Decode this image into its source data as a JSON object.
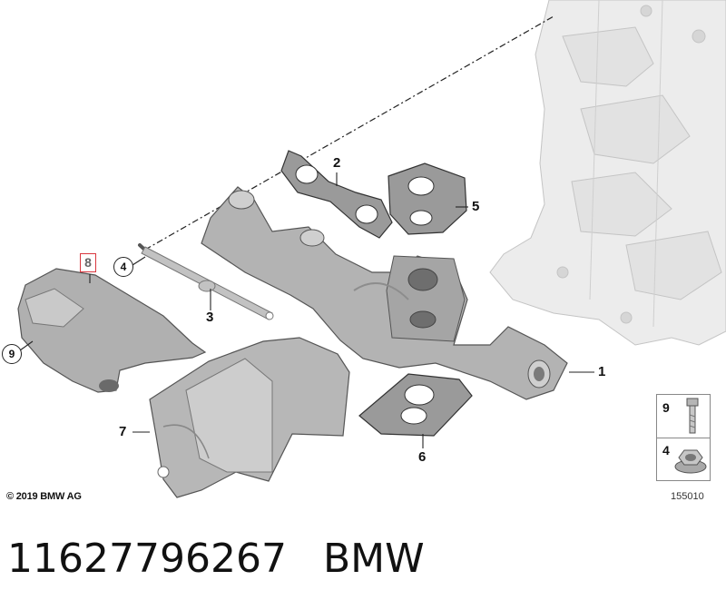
{
  "callouts": [
    {
      "number": "1"
    },
    {
      "number": "2"
    },
    {
      "number": "3"
    },
    {
      "number": "4"
    },
    {
      "number": "5"
    },
    {
      "number": "6"
    },
    {
      "number": "7"
    },
    {
      "number": "8"
    },
    {
      "number": "9"
    }
  ],
  "highlighted_callout": "8",
  "legend": [
    {
      "number": "9",
      "icon": "bolt-icon"
    },
    {
      "number": "4",
      "icon": "hex-nut-icon"
    }
  ],
  "copyright": "© 2019 BMW AG",
  "diagram_id": "155010",
  "caption": {
    "part_number": "11627796267",
    "brand": "BMW"
  },
  "colors": {
    "highlight": "#d9363e",
    "part_fill": "#b8b8b8",
    "engine_fill": "#e6e6e6"
  }
}
